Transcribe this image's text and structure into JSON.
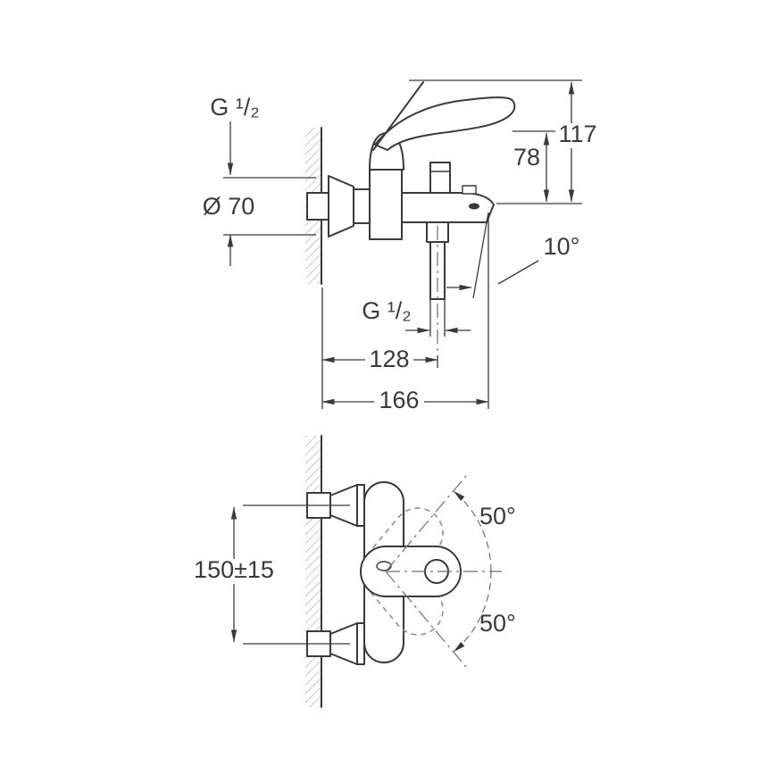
{
  "side_view": {
    "thread_size_top": "G ¹/₂",
    "escutcheon_diameter": "Ø 70",
    "height_overall": "117",
    "height_handle": "78",
    "spout_angle": "10°",
    "shower_outlet_thread": "G ¹/₂",
    "projection_outlet": "128",
    "projection_spout": "166"
  },
  "front_view": {
    "connection_centres": "150±15",
    "swivel_angle_up": "50°",
    "swivel_angle_down": "50°"
  },
  "colors": {
    "line": "#3a3a3a",
    "hatch": "#9c9c9c",
    "background": "#ffffff"
  }
}
